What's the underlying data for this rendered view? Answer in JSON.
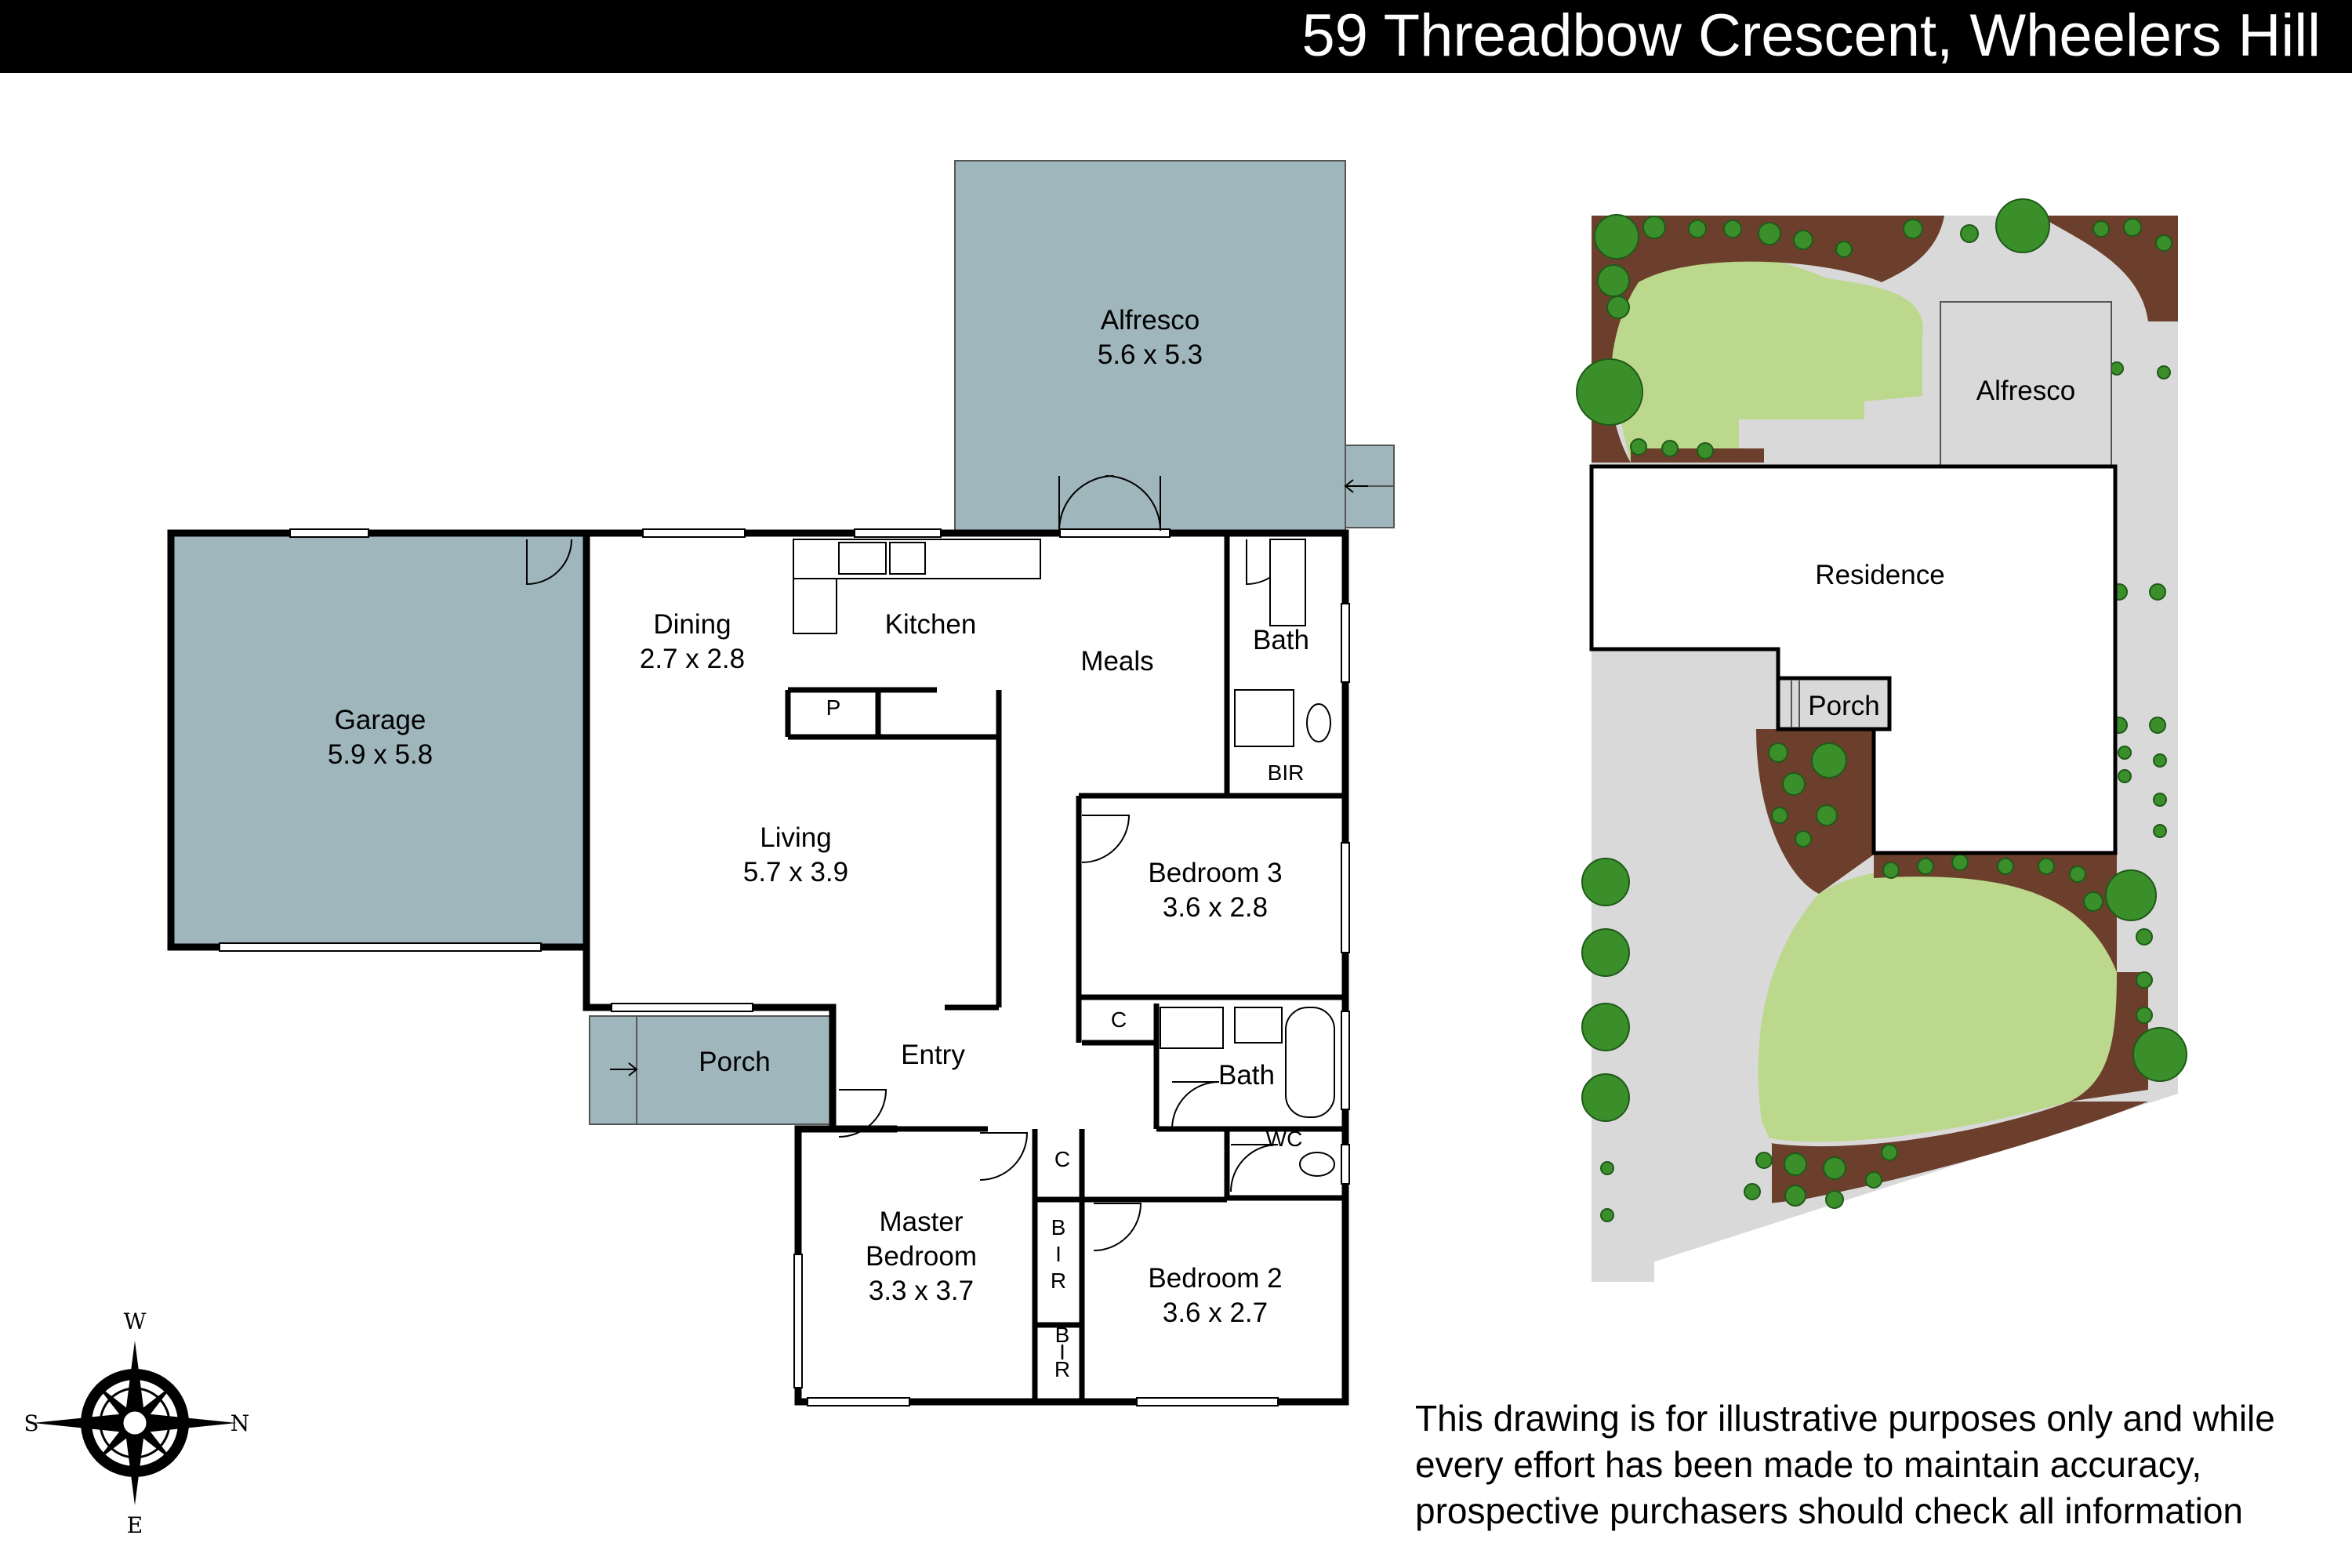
{
  "header": {
    "address": "59 Threadbow Crescent, Wheelers Hill"
  },
  "colors": {
    "covered_area": "#9fb6bd",
    "lawn": "#bcd88c",
    "garden_bed": "#6b3f2c",
    "paving": "#d9d9d9",
    "header_bg": "#000000"
  },
  "floorplan": {
    "rooms": [
      {
        "key": "alfresco",
        "name": "Alfresco",
        "dims": "5.6 x 5.3"
      },
      {
        "key": "garage",
        "name": "Garage",
        "dims": "5.9 x 5.8"
      },
      {
        "key": "dining",
        "name": "Dining",
        "dims": "2.7 x 2.8"
      },
      {
        "key": "kitchen",
        "name": "Kitchen",
        "dims": ""
      },
      {
        "key": "meals",
        "name": "Meals",
        "dims": ""
      },
      {
        "key": "bath1",
        "name": "Bath",
        "dims": ""
      },
      {
        "key": "bir1",
        "name": "BIR",
        "dims": ""
      },
      {
        "key": "living",
        "name": "Living",
        "dims": "5.7 x 3.9"
      },
      {
        "key": "bedroom3",
        "name": "Bedroom 3",
        "dims": "3.6 x 2.8"
      },
      {
        "key": "pantry",
        "name": "P",
        "dims": ""
      },
      {
        "key": "porch",
        "name": "Porch",
        "dims": ""
      },
      {
        "key": "entry",
        "name": "Entry",
        "dims": ""
      },
      {
        "key": "c1",
        "name": "C",
        "dims": ""
      },
      {
        "key": "bath2",
        "name": "Bath",
        "dims": ""
      },
      {
        "key": "c2",
        "name": "C",
        "dims": ""
      },
      {
        "key": "wc",
        "name": "WC",
        "dims": ""
      },
      {
        "key": "master",
        "name": "Master\nBedroom",
        "dims": "3.3 x 3.7"
      },
      {
        "key": "bir2",
        "name": "B\nI\nR",
        "dims": ""
      },
      {
        "key": "bir3",
        "name": "B\nI\nR",
        "dims": ""
      },
      {
        "key": "bedroom2",
        "name": "Bedroom 2",
        "dims": "3.6 x 2.7"
      }
    ]
  },
  "siteplan": {
    "labels": {
      "alfresco": "Alfresco",
      "residence": "Residence",
      "porch": "Porch"
    }
  },
  "compass": {
    "top": "W",
    "left": "S",
    "right": "N",
    "bottom": "E"
  },
  "disclaimer": {
    "lines": [
      "This drawing is for illustrative purposes only and while",
      "every effort has been made to maintain accuracy,",
      "prospective purchasers should check all information"
    ]
  }
}
